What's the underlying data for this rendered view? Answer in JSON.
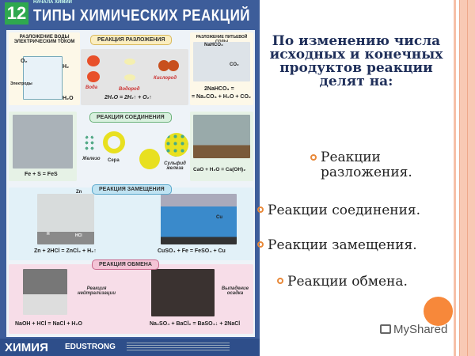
{
  "poster": {
    "number": "12",
    "subtitle": "НАЧАЛА ХИМИИ",
    "title": "ТИПЫ ХИМИЧЕСКИХ РЕАКЦИЙ",
    "decomposition": {
      "label": "РЕАКЦИЯ РАЗЛОЖЕНИЯ",
      "left_caption": "РАЗЛОЖЕНИЕ ВОДЫ ЭЛЕКТРИЧЕСКИМ ТОКОМ",
      "left_labels": [
        "O₂",
        "H₂",
        "Электроды",
        "H₂O"
      ],
      "molecules": [
        "Вода",
        "Водород",
        "Кислород"
      ],
      "equation": "2H₂O = 2H₂↑ + O₂↑",
      "right_caption": "РАЗЛОЖЕНИЕ ПИТЬЕВОЙ СОДЫ",
      "right_labels": [
        "NaHCO₃",
        "CO₂"
      ],
      "right_equation": [
        "2NaHCO₃ =",
        "= Na₂CO₃ + H₂O + CO₂"
      ]
    },
    "combination": {
      "label": "РЕАКЦИЯ СОЕДИНЕНИЯ",
      "left_equation": "Fe + S = FeS",
      "molecules": [
        "Железо",
        "Сера",
        "Сульфид железа"
      ],
      "right_equation": "CaO + H₂O = Ca(OH)₂"
    },
    "substitution": {
      "label": "РЕАКЦИЯ ЗАМЕЩЕНИЯ",
      "left_labels": [
        "Zn",
        "H",
        "HCl"
      ],
      "left_equation": "Zn + 2HCl = ZnCl₂ + H₂↑",
      "right_label": "Cu",
      "right_equation": "CuSO₄ + Fe  =  FeSO₄ + Cu"
    },
    "exchange": {
      "label": "РЕАКЦИЯ ОБМЕНА",
      "left_note": "Реакция нейтрализации",
      "left_equation": "NaOH + HCl = NaCl + H₂O",
      "right_note": "Выпадение осадка",
      "right_equation": "Na₂SO₄ + BaCl₂ = BaSO₄↓ + 2NaCl"
    },
    "footer": {
      "subject": "ХИМИЯ",
      "brand": "EDUSTRONG"
    }
  },
  "slide": {
    "heading": "По изменению числа исходных и конечных продуктов реакции делят на:",
    "bullets": [
      "Реакции разложения.",
      "Реакции соединения.",
      "Реакции замещения.",
      "Реакции обмена."
    ],
    "watermark": "MyShared"
  },
  "colors": {
    "accent": "#f7883a",
    "heading": "#1f2f5a",
    "poster_bg": "#3d5d9a"
  }
}
